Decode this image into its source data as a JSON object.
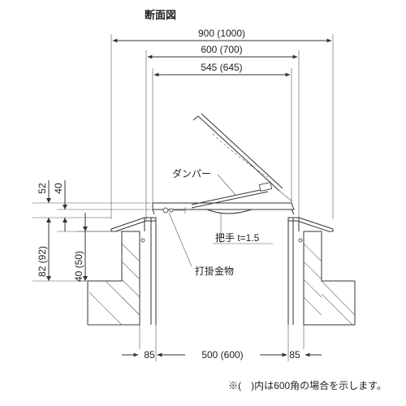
{
  "title": "断面図",
  "dims": {
    "top1": "900 (1000)",
    "top2": "600 (700)",
    "top3": "545 (645)",
    "left_52": "52",
    "left_40": "40",
    "left_82": "82 (92)",
    "left_40b": "40 (50)",
    "bottom_85a": "85",
    "bottom_500": "500 (600)",
    "bottom_85b": "85"
  },
  "labels": {
    "damper": "ダンパー",
    "handle": "把手 t=1.5",
    "latch": "打掛金物"
  },
  "footnote": "※(　)内は600角の場合を示します。"
}
